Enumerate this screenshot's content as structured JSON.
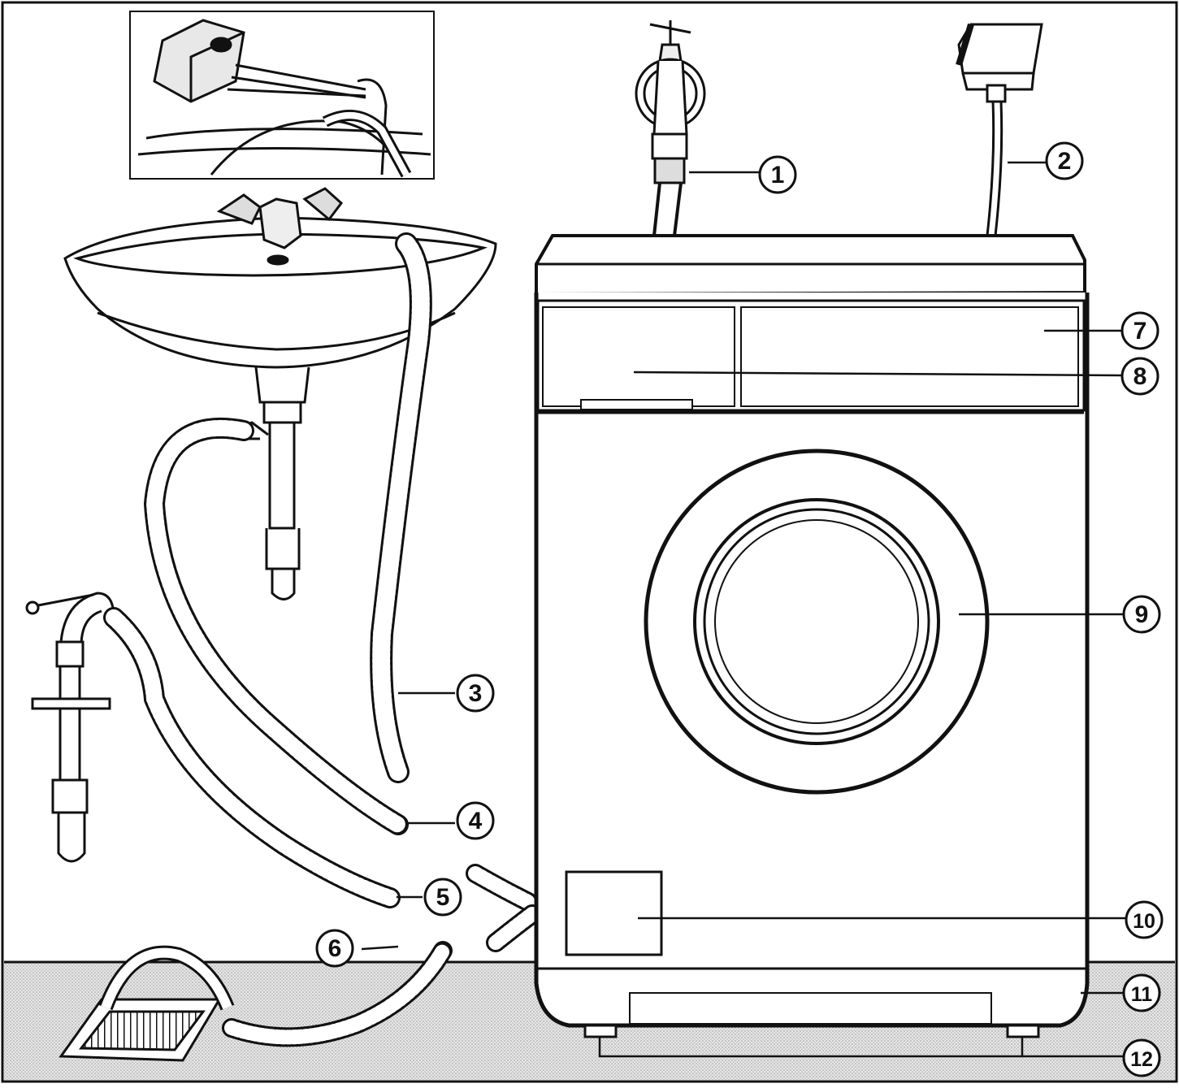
{
  "callouts": [
    {
      "id": "inlet-hose",
      "label": "1"
    },
    {
      "id": "power-cable",
      "label": "2"
    },
    {
      "id": "drain-hose-washbasin-hook",
      "label": "3"
    },
    {
      "id": "drain-hose-siphon-connection",
      "label": "4"
    },
    {
      "id": "drain-hose-standpipe",
      "label": "5"
    },
    {
      "id": "drain-hose-floor-drain",
      "label": "6"
    },
    {
      "id": "control-panel",
      "label": "7"
    },
    {
      "id": "detergent-drawer",
      "label": "8"
    },
    {
      "id": "door",
      "label": "9"
    },
    {
      "id": "filter-flap",
      "label": "10"
    },
    {
      "id": "plinth-panel",
      "label": "11"
    },
    {
      "id": "feet",
      "label": "12"
    }
  ],
  "colors": {
    "ink": "#111111",
    "paper": "#ffffff",
    "floor": "#d9d9d9"
  }
}
